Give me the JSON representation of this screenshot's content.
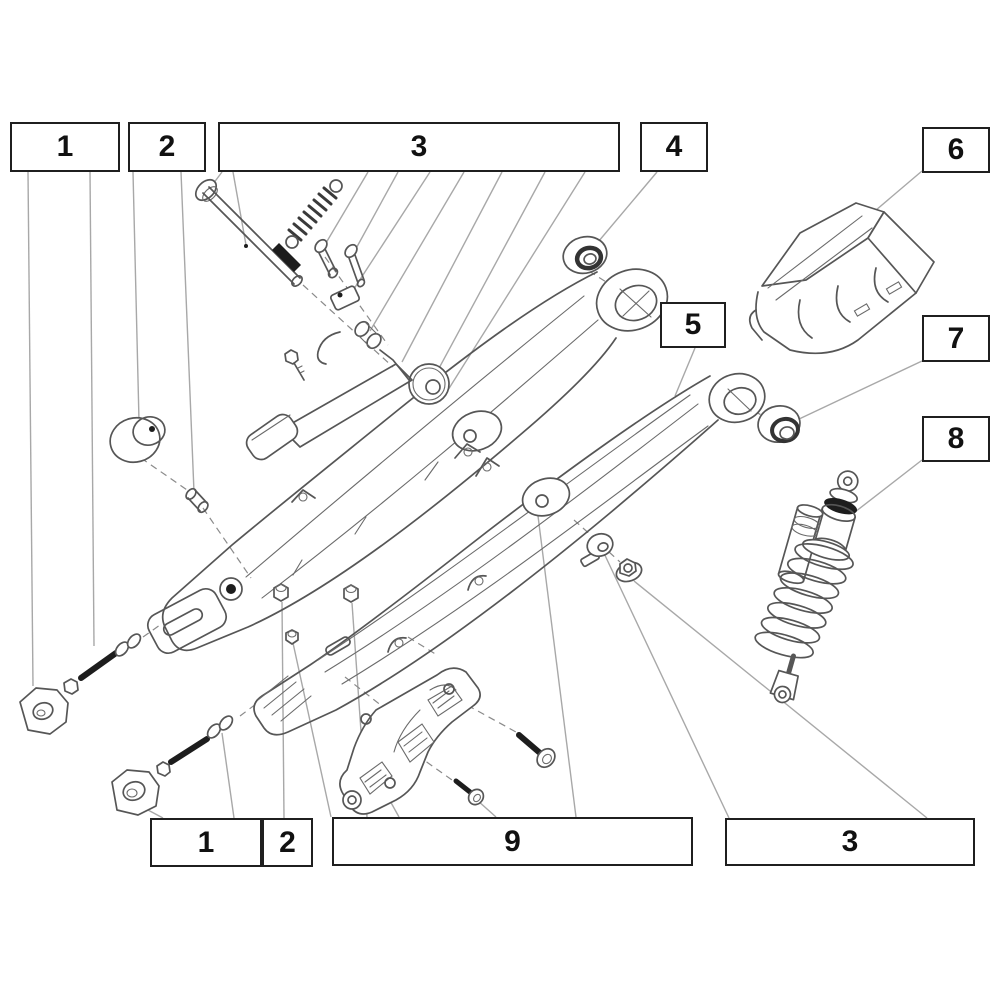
{
  "page": {
    "kind": "exploded parts diagram",
    "background": "#ffffff"
  },
  "colors": {
    "box_border": "#1f1f1f",
    "label_text": "#111111",
    "leader_line": "#a8a8a8",
    "part_line": "#565656",
    "dark_fill": "#1d1d1d"
  },
  "callouts": [
    {
      "id": "top-1",
      "label": "1"
    },
    {
      "id": "top-2",
      "label": "2"
    },
    {
      "id": "top-3",
      "label": "3"
    },
    {
      "id": "top-4",
      "label": "4"
    },
    {
      "id": "right-6",
      "label": "6"
    },
    {
      "id": "mid-5",
      "label": "5"
    },
    {
      "id": "right-7",
      "label": "7"
    },
    {
      "id": "right-8",
      "label": "8"
    },
    {
      "id": "bottom-1",
      "label": "1"
    },
    {
      "id": "bottom-2",
      "label": "2"
    },
    {
      "id": "bottom-9",
      "label": "9"
    },
    {
      "id": "bottom-3",
      "label": "3"
    }
  ]
}
